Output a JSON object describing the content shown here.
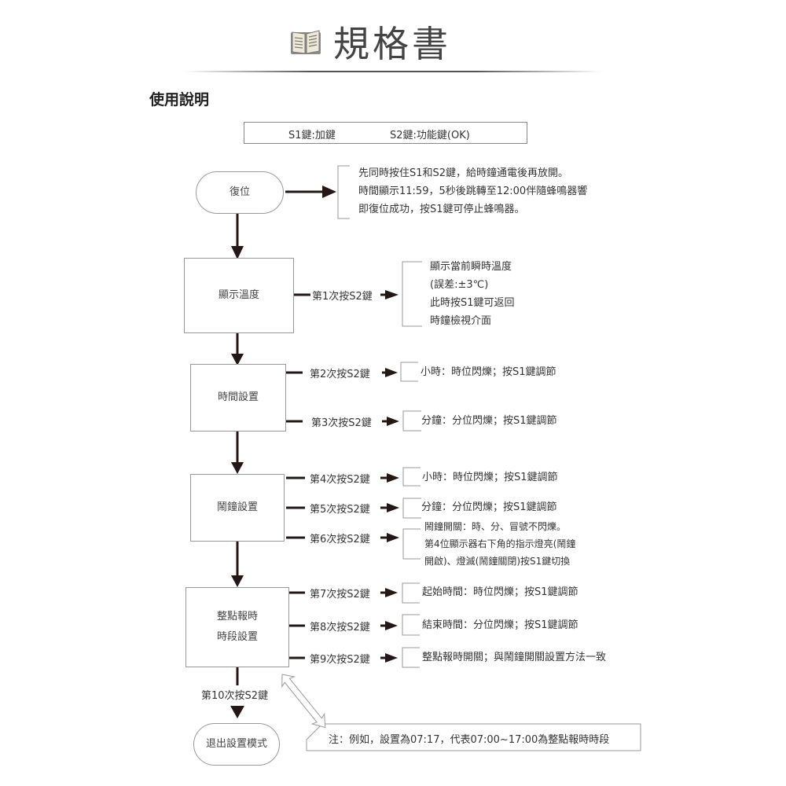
{
  "header": {
    "title": "規格書",
    "icon": "open-book-icon"
  },
  "section": {
    "title": "使用說明"
  },
  "keys": {
    "s1": "S1鍵:加鍵",
    "s2": "S2鍵:功能鍵(OK)"
  },
  "flow": {
    "reset": {
      "label": "復位",
      "desc": [
        "先同時按住S1和S2鍵，給時鐘通電後再放開。",
        "時間顯示11:59，5秒後跳轉至12:00伴隨蜂鳴器響",
        "即復位成功，按S1鍵可停止蜂鳴器。"
      ]
    },
    "temperature": {
      "label": "顯示溫度",
      "step": "第1次按S2鍵",
      "desc": [
        "顯示當前瞬時溫度",
        "(誤差:±3℃)",
        "此時按S1鍵可返回",
        "時鐘檢視介面"
      ]
    },
    "time_setting": {
      "label": "時間設置",
      "steps": [
        {
          "step": "第2次按S2鍵",
          "desc": "小時：時位閃爍；按S1鍵調節"
        },
        {
          "step": "第3次按S2鍵",
          "desc": "分鐘：分位閃爍；按S1鍵調節"
        }
      ]
    },
    "alarm_setting": {
      "label": "鬧鐘設置",
      "steps": [
        {
          "step": "第4次按S2鍵",
          "desc": "小時：時位閃爍；按S1鍵調節"
        },
        {
          "step": "第5次按S2鍵",
          "desc": "分鐘：分位閃爍；按S1鍵調節"
        },
        {
          "step": "第6次按S2鍵",
          "desc_lines": [
            "鬧鐘開關：時、分、冒號不閃爍。",
            "第4位顯示器右下角的指示燈亮(鬧鐘",
            "開啟)、燈滅(鬧鐘關閉)按S1鍵切換"
          ]
        }
      ]
    },
    "chime_setting": {
      "label_lines": [
        "整點報時",
        "時段設置"
      ],
      "steps": [
        {
          "step": "第7次按S2鍵",
          "desc": "起始時間：時位閃爍；按S1鍵調節"
        },
        {
          "step": "第8次按S2鍵",
          "desc": "結束時間：分位閃爍；按S1鍵調節"
        },
        {
          "step": "第9次按S2鍵",
          "desc": "整點報時開關；與鬧鐘開關設置方法一致"
        }
      ]
    },
    "exit": {
      "step": "第10次按S2鍵",
      "label": "退出設置模式"
    },
    "note": "注：例如，設置為07:17，代表07:00~17:00為整點報時時段"
  },
  "colors": {
    "arrow": "#231815",
    "box_border": "#999999",
    "text": "#333333"
  }
}
